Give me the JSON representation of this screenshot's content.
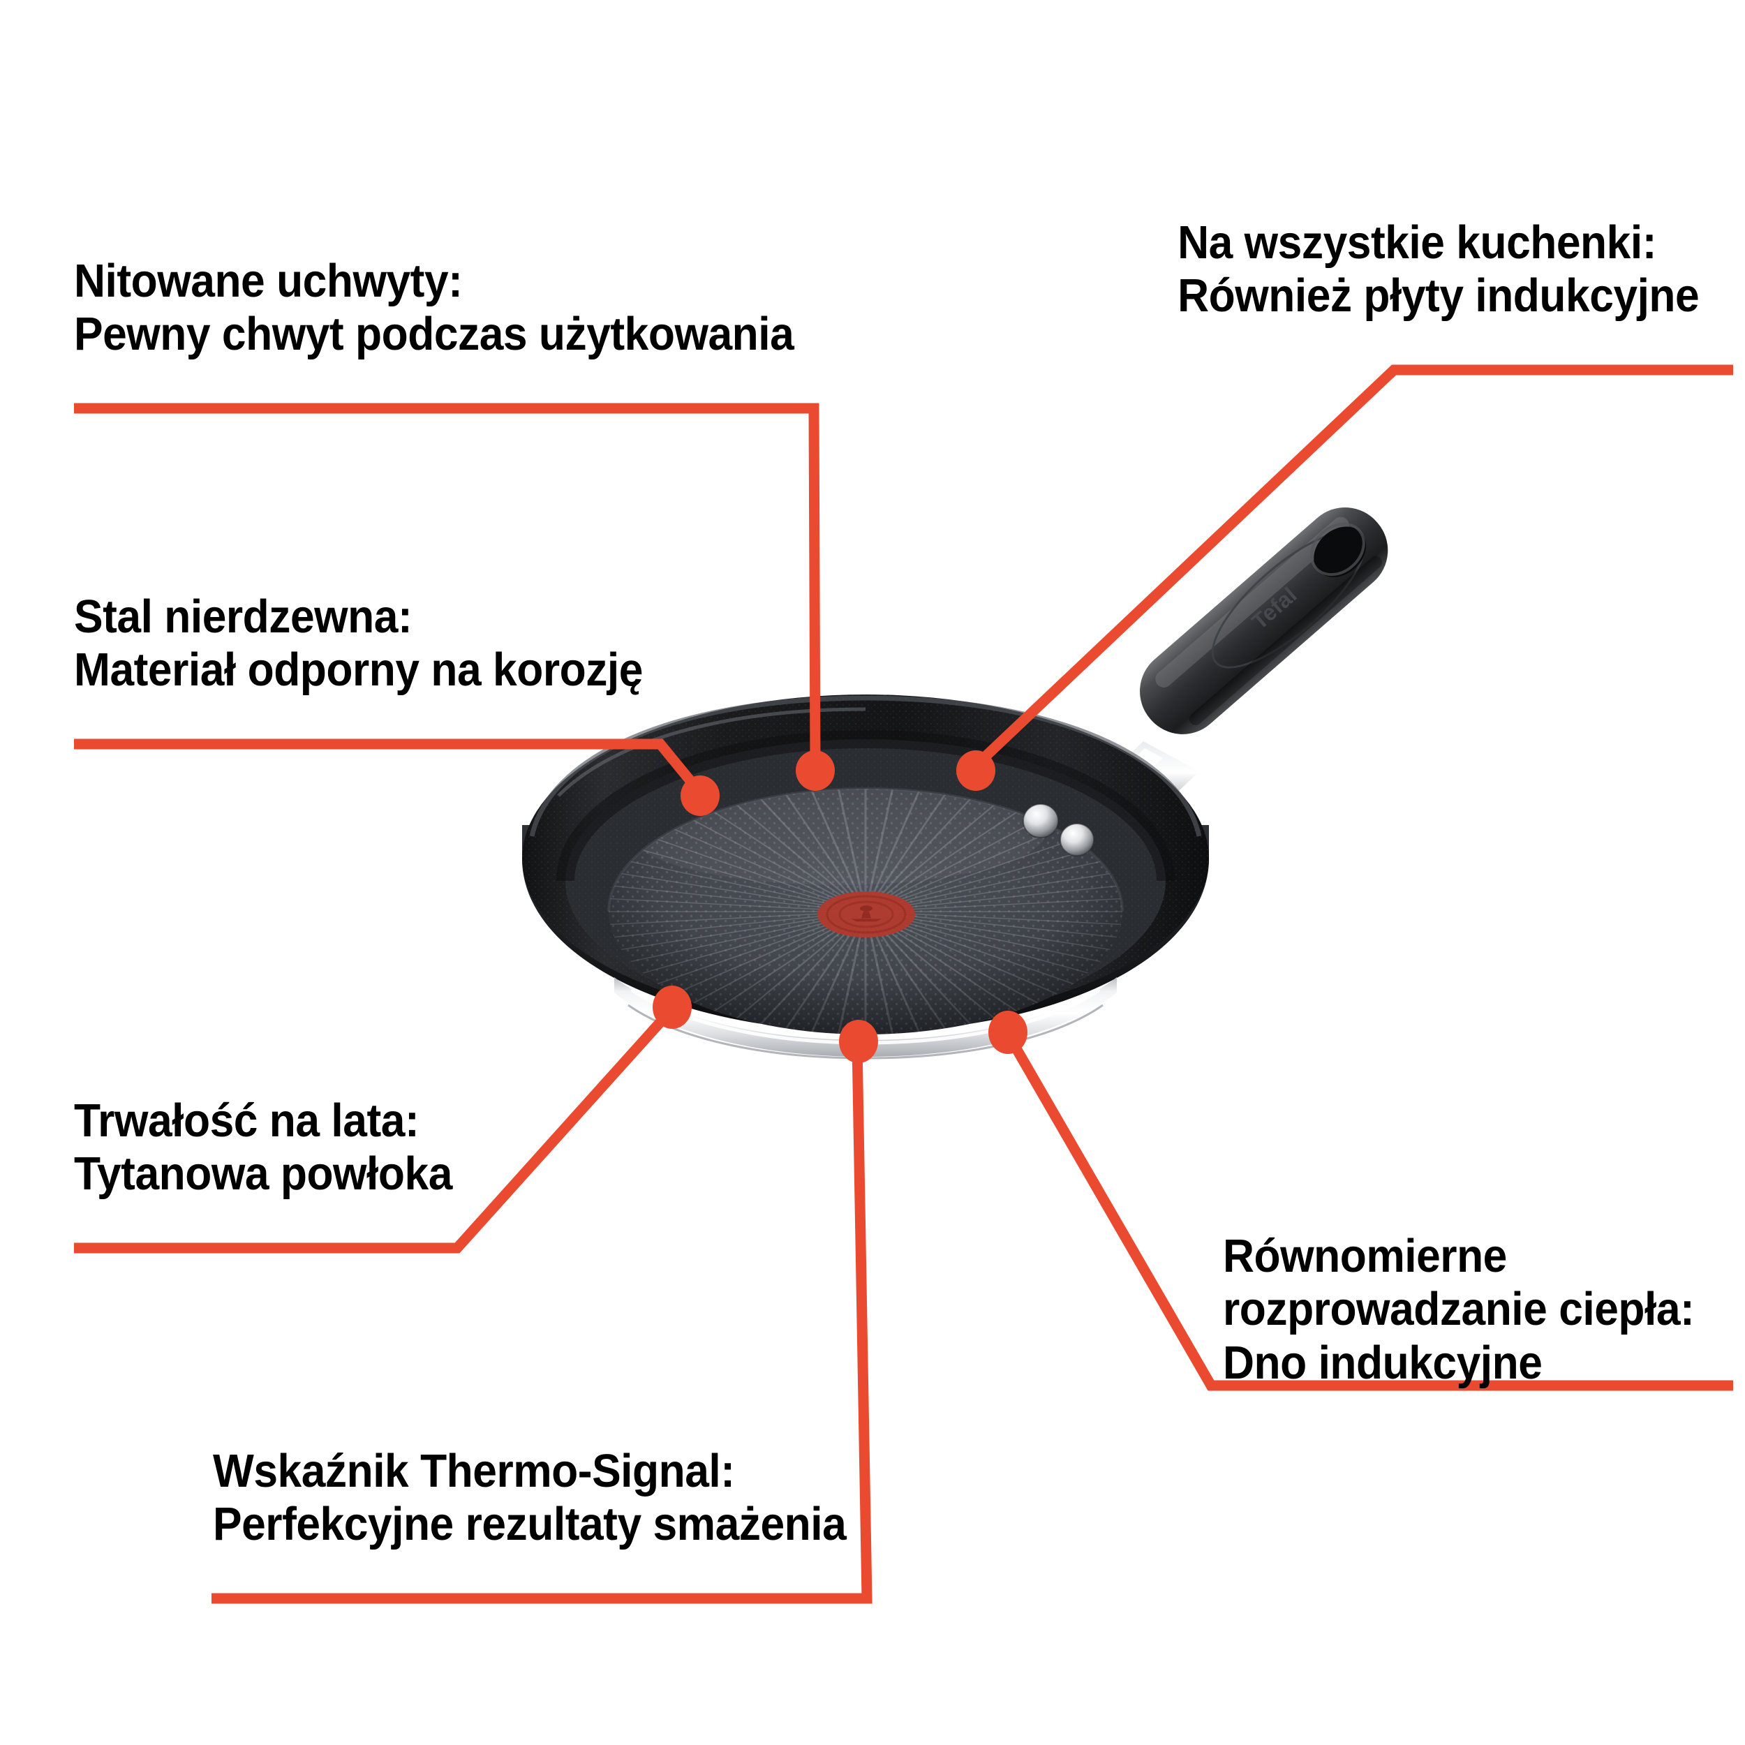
{
  "diagram": {
    "title": "Tefal frying pan feature callout diagram",
    "product_brand": "Tefal",
    "background_color": "#ffffff",
    "accent_color": "#EA4B30",
    "text_color": "#000000",
    "callouts": [
      {
        "id": "riveted-handles",
        "heading": "Nitowane uchwyty:",
        "body": "Pewny chwyt podczas użytkowania",
        "position": "top-left"
      },
      {
        "id": "all-hobs",
        "heading": "Na wszystkie kuchenki:",
        "body": "Również płyty indukcyjne",
        "position": "top-right"
      },
      {
        "id": "stainless-steel",
        "heading": "Stal nierdzewna:",
        "body": "Materiał odporny na korozję",
        "position": "middle-left"
      },
      {
        "id": "durability",
        "heading": "Trwałość na lata:",
        "body": "Tytanowa powłoka",
        "position": "bottom-left"
      },
      {
        "id": "thermo-signal",
        "heading": "Wskaźnik Thermo-Signal:",
        "body": "Perfekcyjne rezultaty smażenia",
        "position": "bottom-center"
      },
      {
        "id": "even-heat",
        "heading_line1": "Równomierne",
        "heading_line2": "rozprowadzanie ciepła:",
        "body": "Dno indukcyjne",
        "position": "bottom-right"
      }
    ],
    "product": {
      "handle_embossed_text": "Tefal",
      "interior_color": "#3a3f46",
      "rim_color": "#1b1c1e",
      "base_band_color": "#d8dadd",
      "thermo_signal_color": "#b8392c",
      "rivet_count": 2
    }
  }
}
